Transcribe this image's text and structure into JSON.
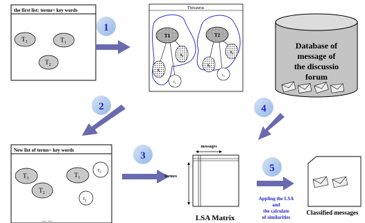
{
  "panel1": {
    "title": "the first list: terms= key words",
    "terms": [
      {
        "base": "T",
        "sub": "3"
      },
      {
        "base": "T",
        "sub": "1"
      },
      {
        "base": "T",
        "sub": "2"
      }
    ]
  },
  "thesaurus": {
    "title": "Thésaurus",
    "nodes": [
      "T1",
      "T2",
      "t₂",
      "t₁",
      "t₂",
      "t₃",
      "t₃",
      "t₄"
    ]
  },
  "database": {
    "lines": [
      "Database of",
      "message of",
      "the discussio",
      "forum"
    ]
  },
  "steps": [
    "1",
    "2",
    "3",
    "4",
    "5"
  ],
  "panel2": {
    "title": "New list of terms= key words",
    "terms": [
      {
        "base": "T",
        "sub": "3"
      },
      {
        "base": "T",
        "sub": "1"
      },
      {
        "base": "t",
        "sub": "3"
      },
      {
        "base": "T",
        "sub": "2"
      },
      {
        "base": "t",
        "sub": "1"
      }
    ],
    "cut_text": "— —"
  },
  "lsa": {
    "top_label": "messages",
    "side_label": "Termes",
    "caption": "LSA Matrix"
  },
  "step5_text": [
    "Appling the LSA",
    "and",
    "the calculate",
    "of similarities"
  ],
  "classified": {
    "caption": "Classified messages"
  },
  "colors": {
    "badge": "#b8d0f0",
    "arrow": "#6a6ab0",
    "annotation": "#2323c8",
    "cluster": "#2e35c9"
  }
}
